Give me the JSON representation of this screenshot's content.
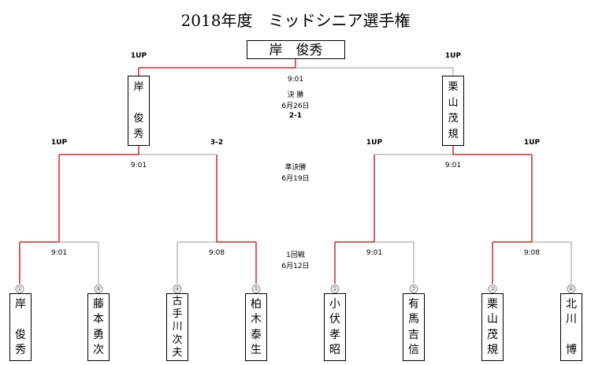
{
  "title": "2018年度　ミッドシニア選手権",
  "champion": "岸　俊秀",
  "final": {
    "time": "9:01",
    "round": "決 勝",
    "date": "6月26日",
    "score": "2-1",
    "left_score": "1UP",
    "right_score": "1UP",
    "left_player": [
      "岸",
      "",
      "俊",
      "秀"
    ],
    "right_player": [
      "栗",
      "山",
      "茂",
      "規"
    ]
  },
  "semis": {
    "round": "準決勝",
    "date": "6月19日",
    "left_time": "9:01",
    "right_time": "9:01",
    "scores": [
      "1UP",
      "3-2",
      "1UP",
      "1UP"
    ]
  },
  "first_round": {
    "round": "1回戦",
    "date": "6月12日",
    "times": [
      "9:01",
      "9:08",
      "9:01",
      "9:08"
    ]
  },
  "players": [
    {
      "seed": "①",
      "chars": [
        "岸",
        "",
        "俊",
        "秀"
      ]
    },
    {
      "seed": "⑧",
      "chars": [
        "藤",
        "本",
        "勇",
        "次"
      ]
    },
    {
      "seed": "④",
      "chars": [
        "古",
        "手",
        "川",
        "次",
        "夫"
      ]
    },
    {
      "seed": "⑤",
      "chars": [
        "柏",
        "木",
        "泰",
        "生"
      ]
    },
    {
      "seed": "②",
      "chars": [
        "小",
        "伏",
        "孝",
        "昭"
      ]
    },
    {
      "seed": "⑦",
      "chars": [
        "有",
        "馬",
        "吉",
        "信"
      ]
    },
    {
      "seed": "③",
      "chars": [
        "栗",
        "山",
        "茂",
        "規"
      ]
    },
    {
      "seed": "⑥",
      "chars": [
        "北",
        "川",
        "",
        "博"
      ]
    }
  ],
  "colors": {
    "winner_line": "#e0202a",
    "loser_line": "#9a9a9a",
    "box_border": "#000000"
  }
}
